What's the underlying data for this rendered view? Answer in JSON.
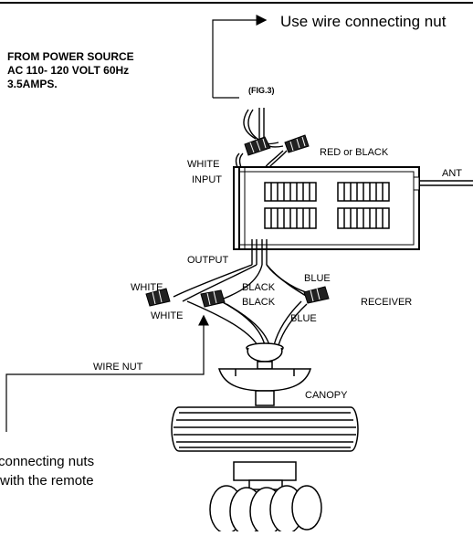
{
  "top_note": "Use wire connecting nut",
  "power_source": {
    "line1": "FROM POWER SOURCE",
    "line2": "AC 110- 120 VOLT 60Hz",
    "line3": "3.5AMPS."
  },
  "figure_label": "(FIG.3)",
  "labels": {
    "red_or_black": "RED or BLACK",
    "white_input": "WHITE",
    "input": "INPUT",
    "ant": "ANT",
    "output": "OUTPUT",
    "white_left": "WHITE",
    "white_left2": "WHITE",
    "black_top": "BLACK",
    "black_bottom": "BLACK",
    "blue_top": "BLUE",
    "blue_bottom": "BLUE",
    "receiver": "RECEIVER",
    "wire_nut": "WIRE NUT",
    "canopy": "CANOPY"
  },
  "bottom_note": {
    "line1": "connecting nuts",
    "line2": "with the remote"
  }
}
